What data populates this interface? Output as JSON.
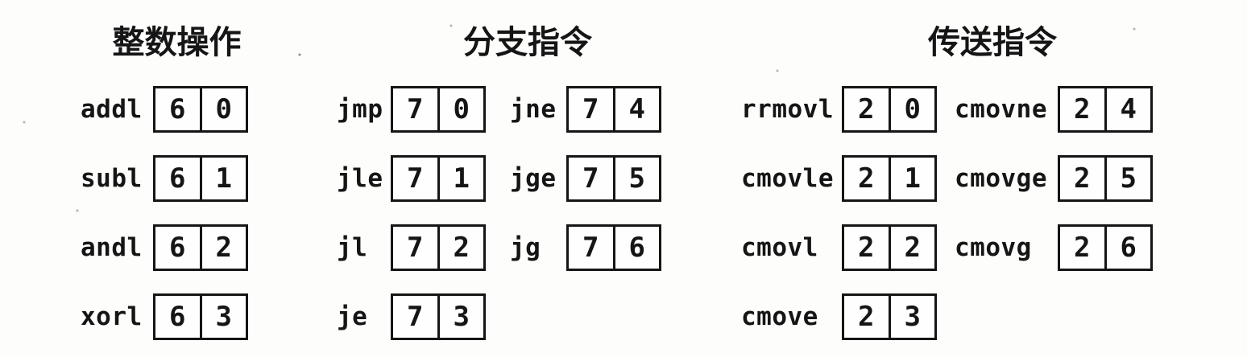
{
  "figure": {
    "description_type": "instruction-encoding-diagram",
    "colors": {
      "ink": "#151515",
      "paper": "#fdfdfc",
      "box_border": "#151515",
      "box_fill": "#fefefe"
    }
  },
  "groups": [
    {
      "title": "整数操作",
      "rows": [
        [
          {
            "label": "addl",
            "hi": "6",
            "lo": "0"
          }
        ],
        [
          {
            "label": "subl",
            "hi": "6",
            "lo": "1"
          }
        ],
        [
          {
            "label": "andl",
            "hi": "6",
            "lo": "2"
          }
        ],
        [
          {
            "label": "xorl",
            "hi": "6",
            "lo": "3"
          }
        ]
      ]
    },
    {
      "title": "分支指令",
      "rows": [
        [
          {
            "label": "jmp",
            "hi": "7",
            "lo": "0"
          },
          {
            "label": "jne",
            "hi": "7",
            "lo": "4"
          }
        ],
        [
          {
            "label": "jle",
            "hi": "7",
            "lo": "1"
          },
          {
            "label": "jge",
            "hi": "7",
            "lo": "5"
          }
        ],
        [
          {
            "label": "jl",
            "hi": "7",
            "lo": "2"
          },
          {
            "label": "jg",
            "hi": "7",
            "lo": "6"
          }
        ],
        [
          {
            "label": "je",
            "hi": "7",
            "lo": "3"
          }
        ]
      ]
    },
    {
      "title": "传送指令",
      "rows": [
        [
          {
            "label": "rrmovl",
            "hi": "2",
            "lo": "0"
          },
          {
            "label": "cmovne",
            "hi": "2",
            "lo": "4"
          }
        ],
        [
          {
            "label": "cmovle",
            "hi": "2",
            "lo": "1"
          },
          {
            "label": "cmovge",
            "hi": "2",
            "lo": "5"
          }
        ],
        [
          {
            "label": "cmovl",
            "hi": "2",
            "lo": "2"
          },
          {
            "label": "cmovg",
            "hi": "2",
            "lo": "6"
          }
        ],
        [
          {
            "label": "cmove",
            "hi": "2",
            "lo": "3"
          }
        ]
      ]
    }
  ]
}
